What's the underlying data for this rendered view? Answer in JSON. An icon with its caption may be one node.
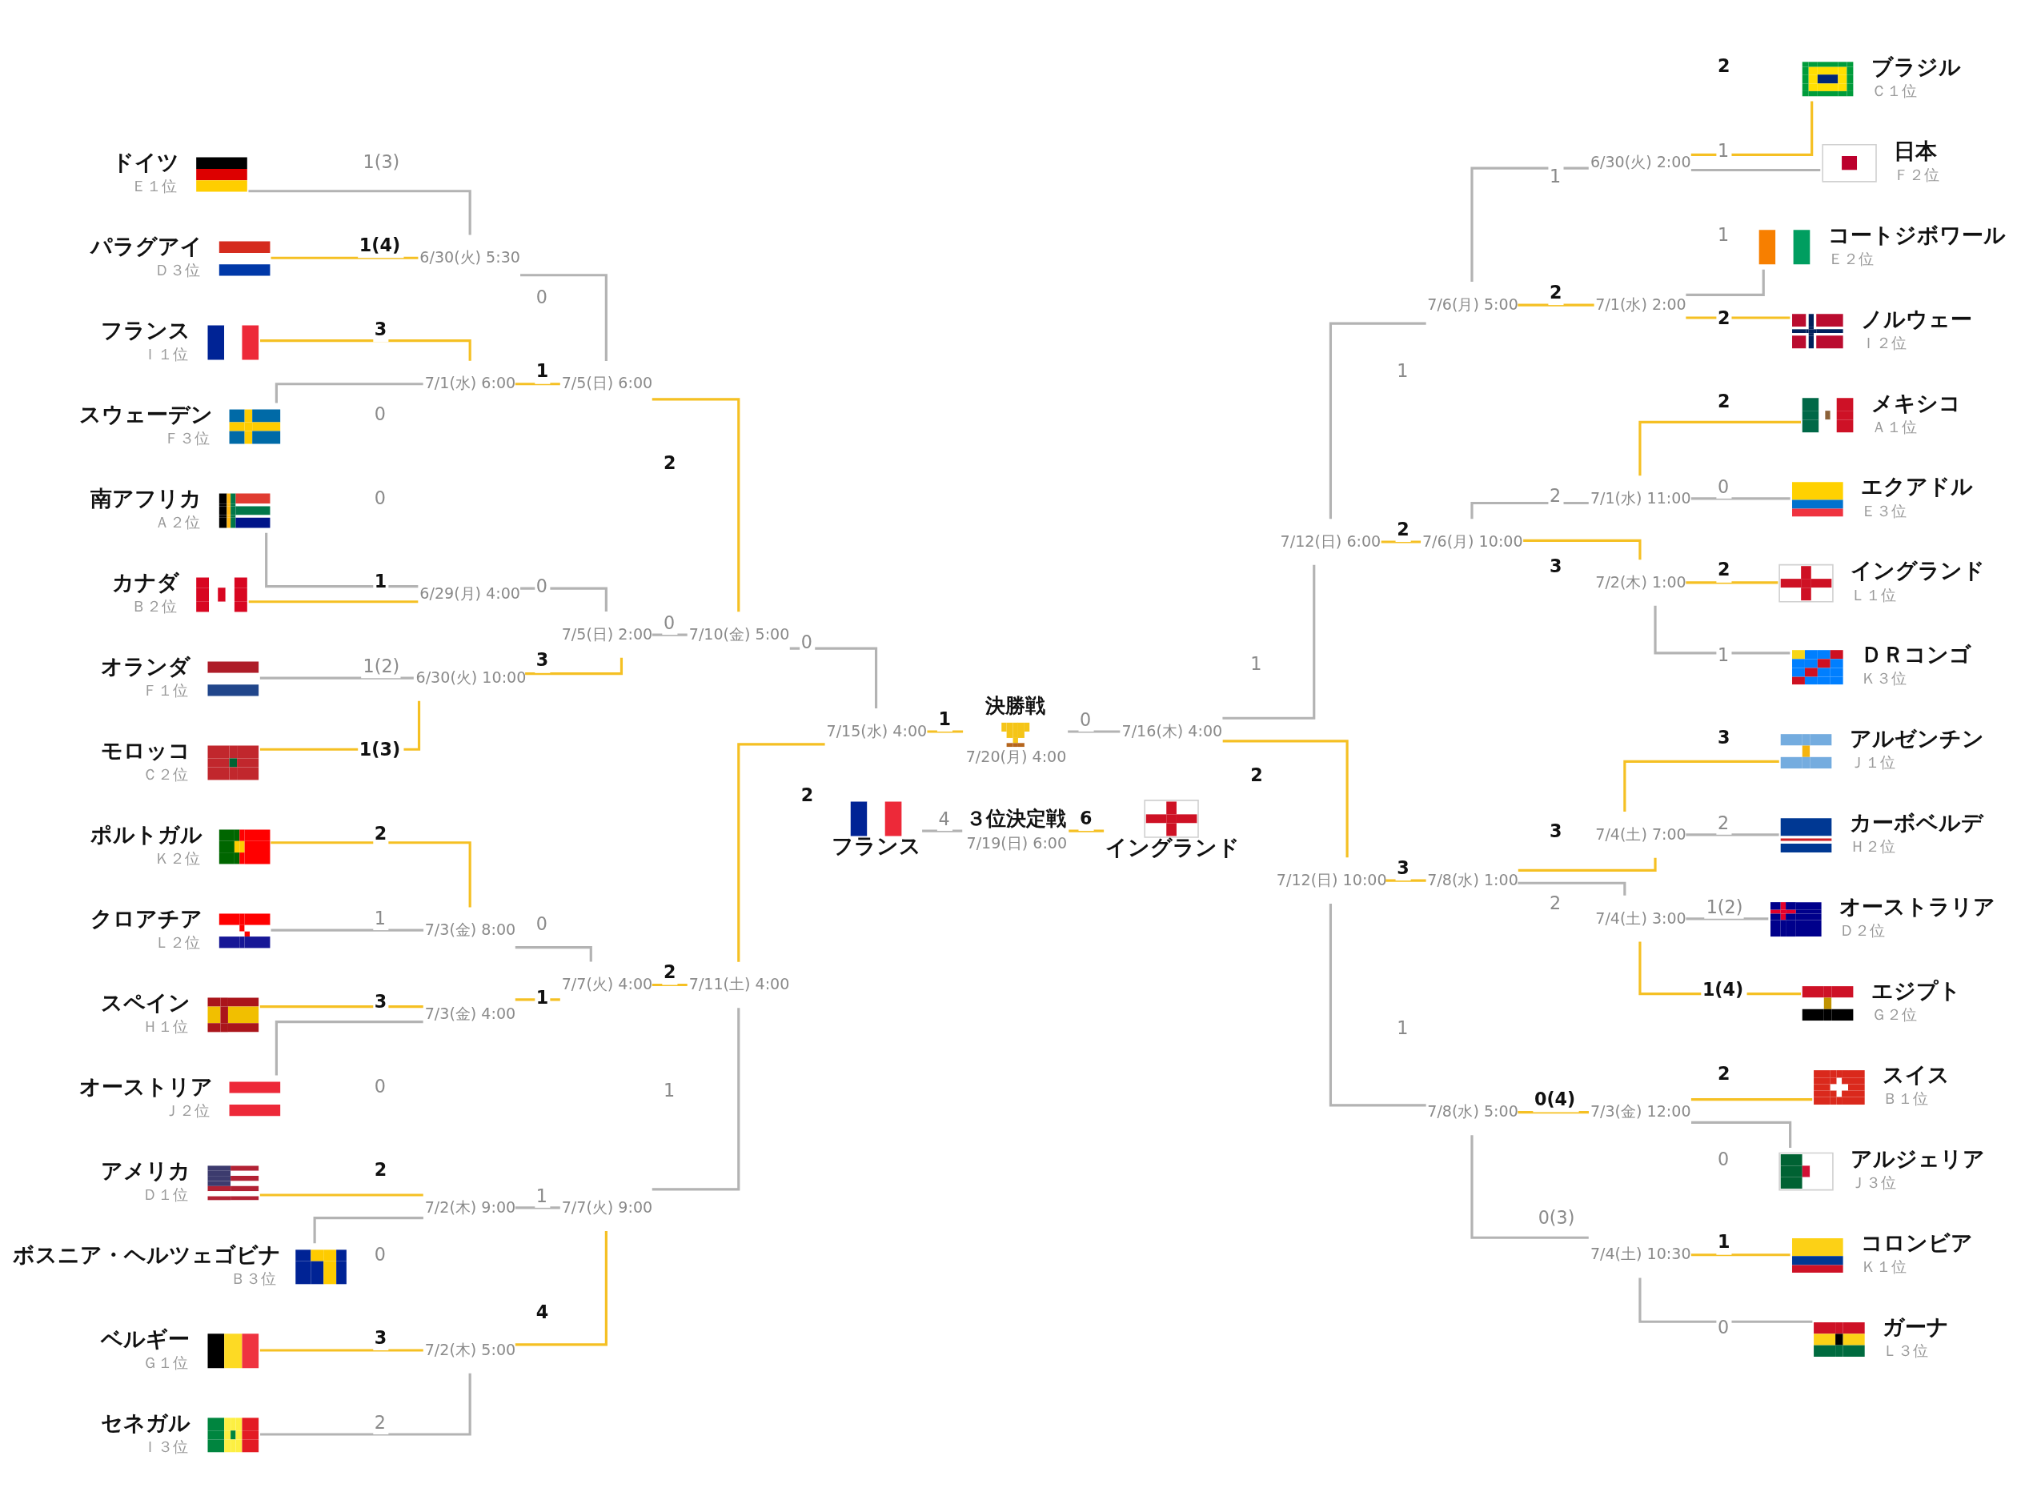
{
  "diagram": {
    "nodes": [
      {
        "text": [
          "ドイツ",
          "Ｅ１位"
        ]
      },
      {
        "text": [
          "パラグアイ",
          "Ｄ３位"
        ]
      },
      {
        "text": [
          "フランス",
          "Ｉ１位"
        ]
      },
      {
        "text": [
          "スウェーデン",
          "Ｆ３位"
        ]
      },
      {
        "text": [
          "南アフリカ",
          "Ａ２位"
        ]
      },
      {
        "text": [
          "カナダ",
          "Ｂ２位"
        ]
      },
      {
        "text": [
          "オランダ",
          "Ｆ１位"
        ]
      },
      {
        "text": [
          "モロッコ",
          "Ｃ２位"
        ]
      },
      {
        "text": [
          "ポルトガル",
          "Ｋ２位"
        ]
      },
      {
        "text": [
          "クロアチア",
          "Ｌ２位"
        ]
      },
      {
        "text": [
          "スペイン",
          "Ｈ１位"
        ]
      },
      {
        "text": [
          "オーストリア",
          "Ｊ２位"
        ]
      },
      {
        "text": [
          "アメリカ",
          "Ｄ１位"
        ]
      },
      {
        "text": [
          "ボスニア・ヘルツェゴビナ",
          "Ｂ３位"
        ]
      },
      {
        "text": [
          "ベルギー",
          "Ｇ１位"
        ]
      },
      {
        "text": [
          "セネガル",
          "Ｉ３位"
        ]
      },
      {
        "text": [
          "6/30(火) 5:30"
        ]
      },
      {
        "text": [
          "7/1(水) 6:00"
        ]
      },
      {
        "text": [
          "6/29(月) 4:00"
        ]
      },
      {
        "text": [
          "6/30(火) 10:00"
        ]
      },
      {
        "text": [
          "7/3(金) 8:00"
        ]
      },
      {
        "text": [
          "7/3(金) 4:00"
        ]
      },
      {
        "text": [
          "7/2(木) 9:00"
        ]
      },
      {
        "text": [
          "7/2(木) 5:00"
        ]
      },
      {
        "text": [
          "7/5(日) 6:00"
        ]
      },
      {
        "text": [
          "7/5(日) 2:00"
        ]
      },
      {
        "text": [
          "7/7(火) 4:00"
        ]
      },
      {
        "text": [
          "7/7(火) 9:00"
        ]
      },
      {
        "text": [
          "7/10(金) 5:00"
        ]
      },
      {
        "text": [
          "7/11(土) 4:00"
        ]
      },
      {
        "text": [
          "7/15(水) 4:00"
        ]
      },
      {
        "text": [
          "決勝戦",
          "7/20(月) 4:00"
        ]
      },
      {
        "text": [
          "7/16(木) 4:00"
        ]
      },
      {
        "text": [
          "7/12(日) 6:00"
        ]
      },
      {
        "text": [
          "7/12(日) 10:00"
        ]
      },
      {
        "text": [
          "7/6(月) 5:00"
        ]
      },
      {
        "text": [
          "7/6(月) 10:00"
        ]
      },
      {
        "text": [
          "7/8(水) 1:00"
        ]
      },
      {
        "text": [
          "7/8(水) 5:00"
        ]
      },
      {
        "text": [
          "6/30(火) 2:00"
        ]
      },
      {
        "text": [
          "7/1(水) 2:00"
        ]
      },
      {
        "text": [
          "7/1(水) 11:00"
        ]
      },
      {
        "text": [
          "7/2(木) 1:00"
        ]
      },
      {
        "text": [
          "7/4(土) 7:00"
        ]
      },
      {
        "text": [
          "7/4(土) 3:00"
        ]
      },
      {
        "text": [
          "7/3(金) 12:00"
        ]
      },
      {
        "text": [
          "7/4(土) 10:30"
        ]
      },
      {
        "text": [
          "ブラジル",
          "Ｃ１位"
        ]
      },
      {
        "text": [
          "日本",
          "Ｆ２位"
        ]
      },
      {
        "text": [
          "コートジボワール",
          "Ｅ２位"
        ]
      },
      {
        "text": [
          "ノルウェー",
          "Ｉ２位"
        ]
      },
      {
        "text": [
          "メキシコ",
          "Ａ１位"
        ]
      },
      {
        "text": [
          "エクアドル",
          "Ｅ３位"
        ]
      },
      {
        "text": [
          "イングランド",
          "Ｌ１位"
        ]
      },
      {
        "text": [
          "ＤＲコンゴ",
          "Ｋ３位"
        ]
      },
      {
        "text": [
          "アルゼンチン",
          "Ｊ１位"
        ]
      },
      {
        "text": [
          "カーボベルデ",
          "Ｈ２位"
        ]
      },
      {
        "text": [
          "オーストラリア",
          "Ｄ２位"
        ]
      },
      {
        "text": [
          "エジプト",
          "Ｇ２位"
        ]
      },
      {
        "text": [
          "スイス",
          "Ｂ１位"
        ]
      },
      {
        "text": [
          "アルジェリア",
          "Ｊ３位"
        ]
      },
      {
        "text": [
          "コロンビア",
          "Ｋ１位"
        ]
      },
      {
        "text": [
          "ガーナ",
          "Ｌ３位"
        ]
      },
      {
        "text": [
          "３位決定戦",
          "7/19(日) 6:00"
        ]
      },
      {
        "text": [
          "フランス"
        ]
      },
      {
        "text": [
          "イングランド"
        ]
      }
    ],
    "edges": [
      {
        "from": 0,
        "to": 16,
        "arrow": "none",
        "label": "1(3)",
        "color": "#b3b3b3"
      },
      {
        "from": 1,
        "to": 16,
        "arrow": "none",
        "label": "1(4)",
        "color": "#f5c023"
      },
      {
        "from": 2,
        "to": 17,
        "arrow": "none",
        "label": "3",
        "color": "#f5c023"
      },
      {
        "from": 3,
        "to": 17,
        "arrow": "none",
        "label": "0",
        "color": "#b3b3b3"
      },
      {
        "from": 4,
        "to": 18,
        "arrow": "none",
        "label": "0",
        "color": "#b3b3b3"
      },
      {
        "from": 5,
        "to": 18,
        "arrow": "none",
        "label": "1",
        "color": "#f5c023"
      },
      {
        "from": 6,
        "to": 19,
        "arrow": "none",
        "label": "1(2)",
        "color": "#b3b3b3"
      },
      {
        "from": 7,
        "to": 19,
        "arrow": "none",
        "label": "1(3)",
        "color": "#f5c023"
      },
      {
        "from": 8,
        "to": 20,
        "arrow": "none",
        "label": "2",
        "color": "#f5c023"
      },
      {
        "from": 9,
        "to": 20,
        "arrow": "none",
        "label": "1",
        "color": "#b3b3b3"
      },
      {
        "from": 10,
        "to": 21,
        "arrow": "none",
        "label": "3",
        "color": "#f5c023"
      },
      {
        "from": 11,
        "to": 21,
        "arrow": "none",
        "label": "0",
        "color": "#b3b3b3"
      },
      {
        "from": 12,
        "to": 22,
        "arrow": "none",
        "label": "2",
        "color": "#f5c023"
      },
      {
        "from": 13,
        "to": 22,
        "arrow": "none",
        "label": "0",
        "color": "#b3b3b3"
      },
      {
        "from": 14,
        "to": 23,
        "arrow": "none",
        "label": "3",
        "color": "#f5c023"
      },
      {
        "from": 15,
        "to": 23,
        "arrow": "none",
        "label": "2",
        "color": "#b3b3b3"
      },
      {
        "from": 16,
        "to": 24,
        "arrow": "none",
        "label": "0",
        "color": "#b3b3b3"
      },
      {
        "from": 17,
        "to": 24,
        "arrow": "none",
        "label": "1",
        "color": "#f5c023"
      },
      {
        "from": 18,
        "to": 25,
        "arrow": "none",
        "label": "0",
        "color": "#b3b3b3"
      },
      {
        "from": 19,
        "to": 25,
        "arrow": "none",
        "label": "3",
        "color": "#f5c023"
      },
      {
        "from": 20,
        "to": 26,
        "arrow": "none",
        "label": "0",
        "color": "#b3b3b3"
      },
      {
        "from": 21,
        "to": 26,
        "arrow": "none",
        "label": "1",
        "color": "#f5c023"
      },
      {
        "from": 22,
        "to": 27,
        "arrow": "none",
        "label": "1",
        "color": "#b3b3b3"
      },
      {
        "from": 23,
        "to": 27,
        "arrow": "none",
        "label": "4",
        "color": "#f5c023"
      },
      {
        "from": 24,
        "to": 28,
        "arrow": "none",
        "label": "2",
        "color": "#f5c023"
      },
      {
        "from": 25,
        "to": 28,
        "arrow": "none",
        "label": "0",
        "color": "#b3b3b3"
      },
      {
        "from": 26,
        "to": 29,
        "arrow": "none",
        "label": "2",
        "color": "#f5c023"
      },
      {
        "from": 27,
        "to": 29,
        "arrow": "none",
        "label": "1",
        "color": "#b3b3b3"
      },
      {
        "from": 28,
        "to": 30,
        "arrow": "none",
        "label": "0",
        "color": "#b3b3b3"
      },
      {
        "from": 29,
        "to": 30,
        "arrow": "none",
        "label": "2",
        "color": "#f5c023"
      },
      {
        "from": 30,
        "to": 31,
        "arrow": "none",
        "label": "1",
        "color": "#f5c023"
      },
      {
        "from": 31,
        "to": 32,
        "arrow": "none",
        "label": "0",
        "color": "#b3b3b3"
      },
      {
        "from": 32,
        "to": 33,
        "arrow": "none",
        "label": "1",
        "color": "#b3b3b3"
      },
      {
        "from": 32,
        "to": 34,
        "arrow": "none",
        "label": "2",
        "color": "#f5c023"
      },
      {
        "from": 33,
        "to": 35,
        "arrow": "none",
        "label": "1",
        "color": "#b3b3b3"
      },
      {
        "from": 33,
        "to": 36,
        "arrow": "none",
        "label": "2",
        "color": "#f5c023"
      },
      {
        "from": 34,
        "to": 37,
        "arrow": "none",
        "label": "3",
        "color": "#f5c023"
      },
      {
        "from": 34,
        "to": 38,
        "arrow": "none",
        "label": "1",
        "color": "#b3b3b3"
      },
      {
        "from": 35,
        "to": 39,
        "arrow": "none",
        "label": "1",
        "color": "#b3b3b3"
      },
      {
        "from": 35,
        "to": 40,
        "arrow": "none",
        "label": "2",
        "color": "#f5c023"
      },
      {
        "from": 36,
        "to": 41,
        "arrow": "none",
        "label": "2",
        "color": "#b3b3b3"
      },
      {
        "from": 36,
        "to": 42,
        "arrow": "none",
        "label": "3",
        "color": "#f5c023"
      },
      {
        "from": 37,
        "to": 43,
        "arrow": "none",
        "label": "3",
        "color": "#f5c023"
      },
      {
        "from": 37,
        "to": 44,
        "arrow": "none",
        "label": "2",
        "color": "#b3b3b3"
      },
      {
        "from": 38,
        "to": 45,
        "arrow": "none",
        "label": "0(4)",
        "color": "#f5c023"
      },
      {
        "from": 38,
        "to": 46,
        "arrow": "none",
        "label": "0(3)",
        "color": "#b3b3b3"
      },
      {
        "from": 39,
        "to": 47,
        "arrow": "none",
        "label": "2",
        "color": "#f5c023"
      },
      {
        "from": 39,
        "to": 48,
        "arrow": "none",
        "label": "1",
        "color": "#b3b3b3"
      },
      {
        "from": 40,
        "to": 49,
        "arrow": "none",
        "label": "1",
        "color": "#b3b3b3"
      },
      {
        "from": 40,
        "to": 50,
        "arrow": "none",
        "label": "2",
        "color": "#f5c023"
      },
      {
        "from": 41,
        "to": 51,
        "arrow": "none",
        "label": "2",
        "color": "#f5c023"
      },
      {
        "from": 41,
        "to": 52,
        "arrow": "none",
        "label": "0",
        "color": "#b3b3b3"
      },
      {
        "from": 42,
        "to": 53,
        "arrow": "none",
        "label": "2",
        "color": "#f5c023"
      },
      {
        "from": 42,
        "to": 54,
        "arrow": "none",
        "label": "1",
        "color": "#b3b3b3"
      },
      {
        "from": 43,
        "to": 55,
        "arrow": "none",
        "label": "3",
        "color": "#f5c023"
      },
      {
        "from": 43,
        "to": 56,
        "arrow": "none",
        "label": "2",
        "color": "#b3b3b3"
      },
      {
        "from": 44,
        "to": 57,
        "arrow": "none",
        "label": "1(2)",
        "color": "#b3b3b3"
      },
      {
        "from": 44,
        "to": 58,
        "arrow": "none",
        "label": "1(4)",
        "color": "#f5c023"
      },
      {
        "from": 45,
        "to": 59,
        "arrow": "none",
        "label": "2",
        "color": "#f5c023"
      },
      {
        "from": 45,
        "to": 60,
        "arrow": "none",
        "label": "0",
        "color": "#b3b3b3"
      },
      {
        "from": 46,
        "to": 61,
        "arrow": "none",
        "label": "1",
        "color": "#f5c023"
      },
      {
        "from": 46,
        "to": 62,
        "arrow": "none",
        "label": "0",
        "color": "#b3b3b3"
      },
      {
        "from": 64,
        "to": 63,
        "arrow": "none",
        "label": "4",
        "color": "#b3b3b3"
      },
      {
        "from": 63,
        "to": 65,
        "arrow": "none",
        "label": "6",
        "color": "#f5c023"
      }
    ]
  }
}
